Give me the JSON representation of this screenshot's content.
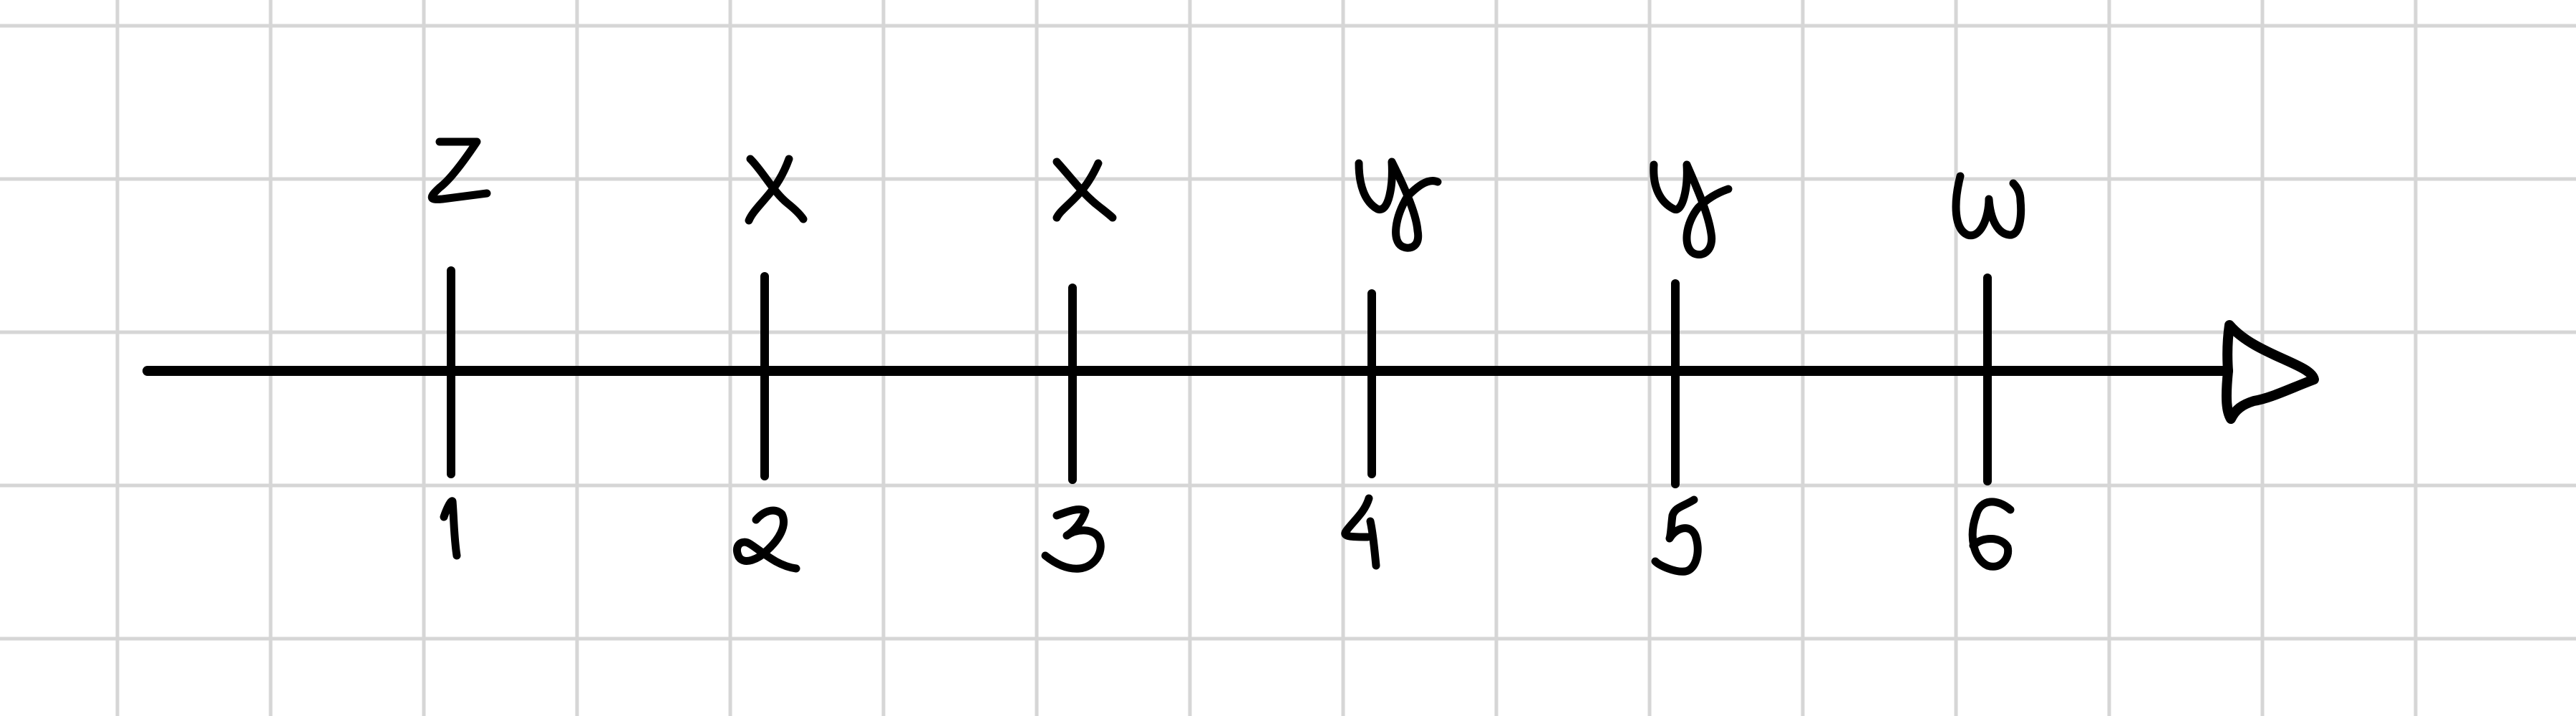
{
  "diagram": {
    "colors": {
      "background": "#ffffff",
      "grid": "#d6d6d6",
      "ink": "#000000"
    },
    "ticks": [
      {
        "position": "1",
        "symbol": "z"
      },
      {
        "position": "2",
        "symbol": "x"
      },
      {
        "position": "3",
        "symbol": "x"
      },
      {
        "position": "4",
        "symbol": "y"
      },
      {
        "position": "5",
        "symbol": "y"
      },
      {
        "position": "6",
        "symbol": "w"
      }
    ]
  }
}
